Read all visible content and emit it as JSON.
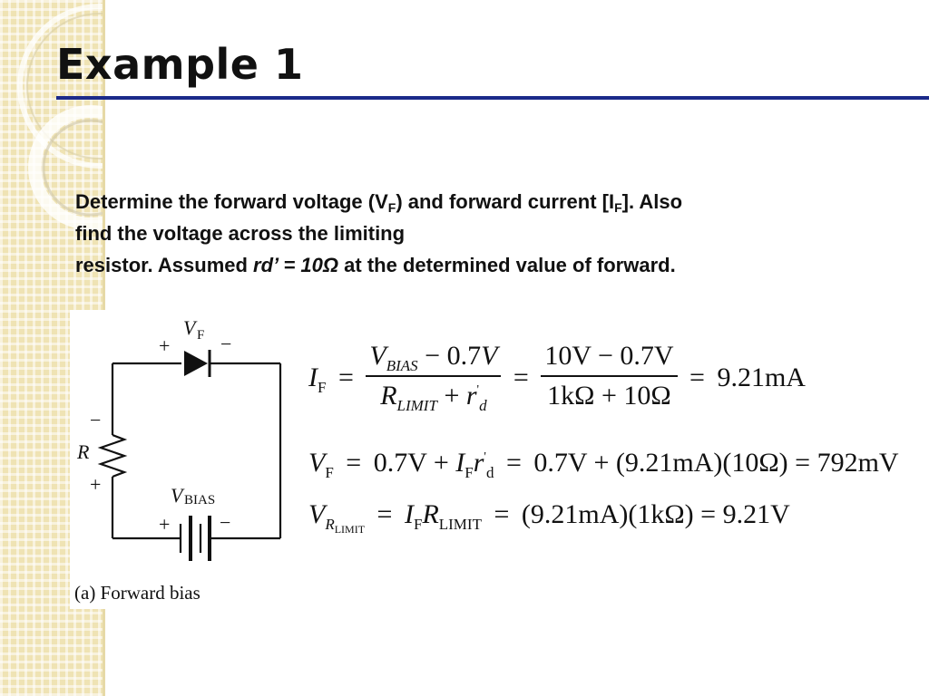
{
  "slide": {
    "title": "Example 1",
    "accent_color": "#1b2a8a",
    "sidebar_color": "#efe3b4"
  },
  "problem": {
    "line1_a": "Determine the forward voltage (V",
    "line1_sub1": "F",
    "line1_b": ") and forward current [I",
    "line1_sub2": "F",
    "line1_c": "]. Also",
    "line2": "find the voltage across the limiting",
    "line3_a": "resistor. Assumed ",
    "line3_em": "rd’ = 10Ω",
    "line3_b": " at the determined value of forward."
  },
  "figure": {
    "label_vf": "V",
    "label_vf_sub": "F",
    "label_plus_diode": "+",
    "label_minus_diode": "−",
    "label_r": "R",
    "label_minus_r": "−",
    "label_plus_r": "+",
    "label_vbias": "V",
    "label_vbias_sub": "BIAS",
    "label_plus_bat": "+",
    "label_minus_bat": "−",
    "caption": "(a) Forward bias"
  },
  "equations": {
    "eq1": {
      "lhs": "I",
      "lhs_sub": "F",
      "eq": "=",
      "f1_num_a": "V",
      "f1_num_sub": "BIAS",
      "f1_num_b": " − 0.7",
      "f1_den_a": "R",
      "f1_den_sub": "LIMIT",
      "f1_den_b": " + ",
      "f1_den_c": "r",
      "f1_den_sup": "'",
      "f1_den_sub2": "d",
      "eq2": "=",
      "f2_num": "10V − 0.7V",
      "f2_den": "1kΩ + 10Ω",
      "eq3": "=",
      "result": "9.21mA"
    },
    "eq2": {
      "lhs": "V",
      "lhs_sub": "F",
      "eq": "=",
      "a": "0.7V + ",
      "b": "I",
      "b_sub": "F",
      "c": "r",
      "c_sup": "'",
      "c_sub": "d",
      "eq2": "=",
      "d": "0.7V + (9.21mA)(10Ω) = 792mV"
    },
    "eq3": {
      "lhs": "V",
      "lhs_sub": "R",
      "lhs_subsub": "LIMIT",
      "eq": "=",
      "a": "I",
      "a_sub": "F",
      "b": "R",
      "b_sub": "LIMIT",
      "eq2": "=",
      "c": "(9.21mA)(1kΩ) = 9.21V"
    }
  }
}
